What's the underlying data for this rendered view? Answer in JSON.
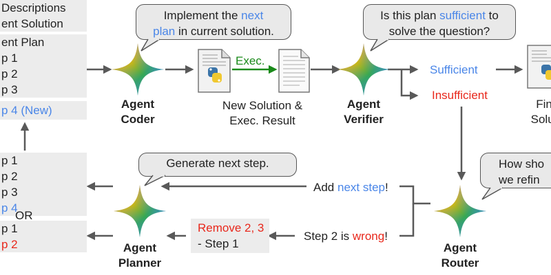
{
  "left_column": {
    "descriptions": [
      "Descriptions",
      "ent Solution"
    ],
    "plan_title": "ent Plan",
    "plan_steps": [
      "p 1",
      "p 2",
      "p 3"
    ],
    "new_step": "p 4 (New)",
    "option_a_steps": [
      "p 1",
      "p 2",
      "p 3"
    ],
    "option_a_new_step": "p 4",
    "or_label": "OR",
    "option_b_steps": [
      "p 1"
    ],
    "option_b_removed_step": "p 2"
  },
  "coder": {
    "bubble_line1": "Implement the ",
    "bubble_highlight": "next",
    "bubble_line2_highlight": "plan",
    "bubble_line2": " in current solution.",
    "label_line1": "Agent",
    "label_line2": "Coder",
    "exec_label": "Exec.",
    "result_line1": "New Solution &",
    "result_line2": "Exec. Result"
  },
  "verifier": {
    "bubble_line1_a": "Is this plan ",
    "bubble_line1_highlight": "sufficient",
    "bubble_line1_b": " to",
    "bubble_line2": "solve the question?",
    "label_line1": "Agent",
    "label_line2": "Verifier",
    "sufficient": "Sufficient",
    "insufficient": "Insufficient",
    "final_line1": "Fin",
    "final_line2": "Solut"
  },
  "router": {
    "bubble_line1": "How sho",
    "bubble_line2": "we refin",
    "label_line1": "Agent",
    "label_line2": "Router",
    "add_a": "Add ",
    "add_highlight": "next step",
    "add_b": "!",
    "wrong_a": "Step 2 is ",
    "wrong_highlight": "wrong",
    "wrong_b": "!"
  },
  "planner": {
    "bubble": "Generate next step.",
    "label_line1": "Agent",
    "label_line2": "Planner",
    "remove_highlight": "Remove 2, 3",
    "remove_line2": "- Step 1"
  },
  "colors": {
    "blue": "#4a86e8",
    "red": "#e8281c",
    "green": "#1a8a1a",
    "box_gray": "#ececec",
    "arrow_gray": "#595959"
  },
  "icons": [
    "gemini-star-icon",
    "python-file-icon",
    "document-icon"
  ]
}
